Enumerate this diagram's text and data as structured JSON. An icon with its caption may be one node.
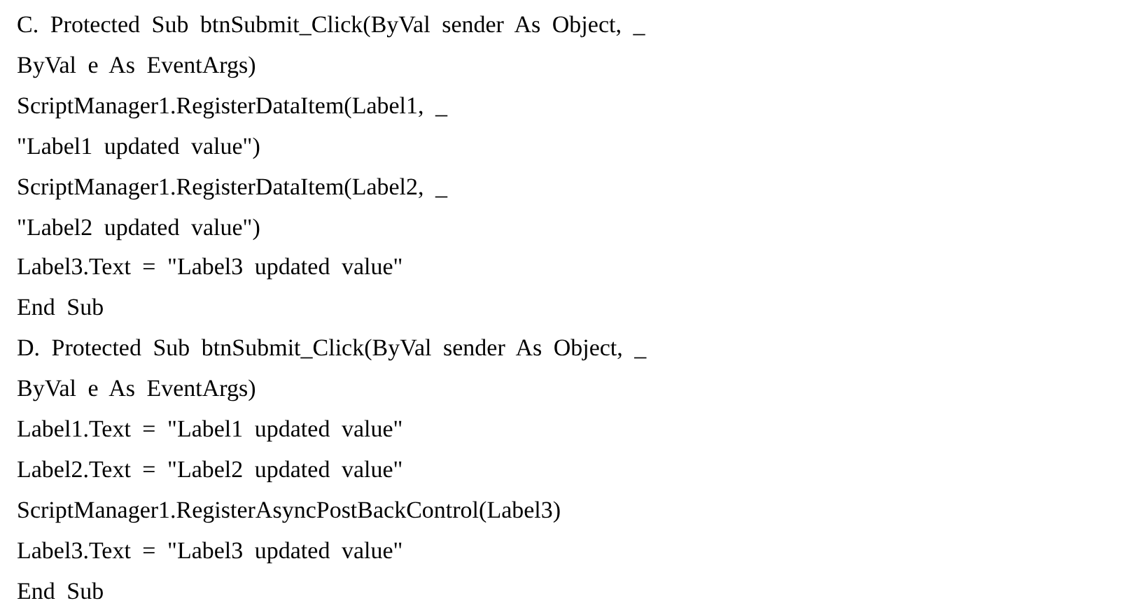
{
  "diagram": {
    "labels": [
      "C. Protected Sub btnSubmit_Click(ByVal sender As Object, _",
      "ByVal e As EventArgs)",
      "ScriptManager1.RegisterDataItem(Label1, _",
      "\"Label1 updated value\")",
      "ScriptManager1.RegisterDataItem(Label2, _",
      "\"Label2 updated value\")",
      "Label3.Text = \"Label3 updated value\"",
      "End Sub",
      "D. Protected Sub btnSubmit_Click(ByVal sender As Object, _",
      "ByVal e As EventArgs)",
      "Label1.Text = \"Label1 updated value\"",
      "Label2.Text = \"Label2 updated value\"",
      "ScriptManager1.RegisterAsyncPostBackControl(Label3)",
      "Label3.Text = \"Label3 updated value\"",
      "End Sub"
    ]
  }
}
